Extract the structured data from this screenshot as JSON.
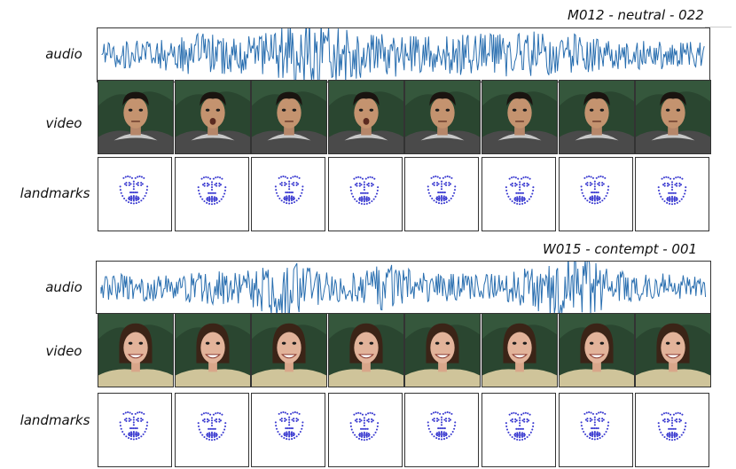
{
  "panels": [
    {
      "title": "M012 - neutral - 022",
      "row_labels": {
        "audio": "audio",
        "video": "video",
        "landmarks": "landmarks"
      },
      "frame_count": 8,
      "subject": "male"
    },
    {
      "title": "W015 - contempt - 001",
      "row_labels": {
        "audio": "audio",
        "video": "video",
        "landmarks": "landmarks"
      },
      "frame_count": 8,
      "subject": "female"
    }
  ],
  "colors": {
    "waveform": "#2a6fb0",
    "landmark_dot": "#3a3ad0",
    "background_green": "#2c4a33",
    "frame_border": "#333333"
  }
}
